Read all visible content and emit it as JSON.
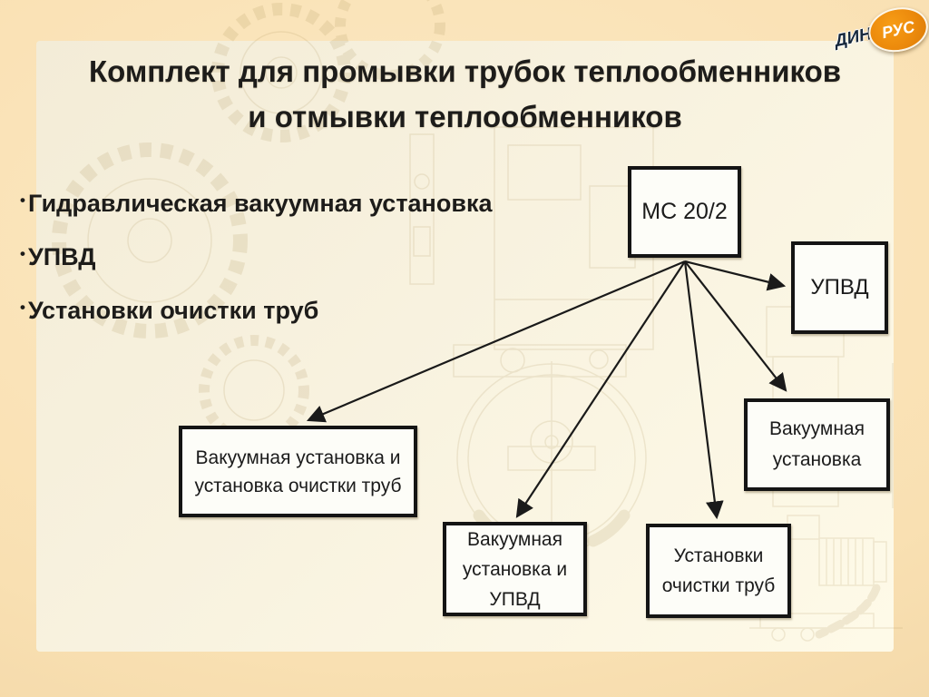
{
  "slide": {
    "title_line1": "Комплект для промывки трубок теплообменников",
    "title_line2": "и отмывки теплообменников",
    "bullets": [
      "Гидравлическая вакуумная установка",
      "УПВД",
      "Установки очистки труб"
    ]
  },
  "logo": {
    "part1": "ДИН",
    "part2": "РУС",
    "ellipse_color": "#ec8a0c"
  },
  "diagram": {
    "nodes": {
      "mc": {
        "label": "МС 20/2"
      },
      "upvd": {
        "label": "УПВД"
      },
      "vacuum": {
        "label": "Вакуумная установка"
      },
      "vacuum_cleaning": {
        "label": "Вакуумная установка и установка очистки труб"
      },
      "vacuum_upvd": {
        "label": "Вакуумная установка и УПВД"
      },
      "cleaning": {
        "label": "Установки очистки труб"
      }
    },
    "edges": [
      {
        "from": "mc",
        "to": "upvd"
      },
      {
        "from": "mc",
        "to": "vacuum"
      },
      {
        "from": "mc",
        "to": "vacuum_cleaning"
      },
      {
        "from": "mc",
        "to": "vacuum_upvd"
      },
      {
        "from": "mc",
        "to": "cleaning"
      }
    ]
  },
  "colors": {
    "outer_background": "#f9e0b2",
    "panel_background": "#f8f2df",
    "node_border": "#141414",
    "node_background": "#fdfdf8",
    "arrow": "#1a1a1a",
    "title_text": "#1d1c1a",
    "logo_orange": "#ec8a0c"
  }
}
